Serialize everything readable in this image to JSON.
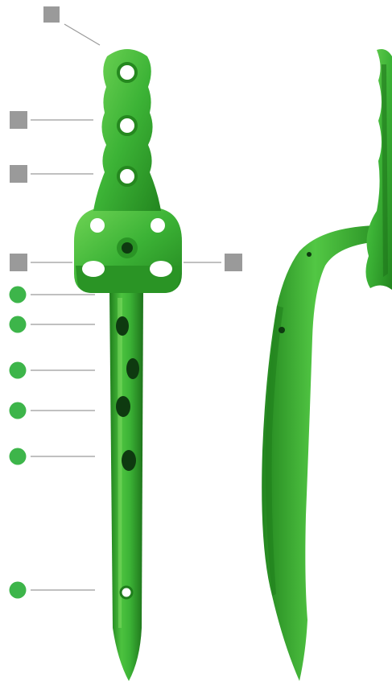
{
  "colors": {
    "implant_green": "#3cb336",
    "implant_dark": "#1f7d1c",
    "implant_light": "#7fdc5a",
    "square_marker": "#9a9a9a",
    "circle_marker": "#3db54a",
    "leader_line": "#9a9a9a",
    "hole": "#0e3a10"
  },
  "views": [
    {
      "name": "front-view"
    },
    {
      "name": "side-view"
    }
  ],
  "markers": {
    "square": [
      {
        "name": "plate-tip-marker"
      },
      {
        "name": "plate-hole-2-marker"
      },
      {
        "name": "plate-hole-3-marker"
      },
      {
        "name": "plate-base-left-marker"
      },
      {
        "name": "plate-base-right-marker"
      }
    ],
    "circle": [
      {
        "name": "nail-proximal-marker"
      },
      {
        "name": "nail-hole-1-marker"
      },
      {
        "name": "nail-hole-2-marker"
      },
      {
        "name": "nail-hole-3-marker"
      },
      {
        "name": "nail-hole-4-marker"
      },
      {
        "name": "nail-distal-hole-marker"
      }
    ]
  }
}
